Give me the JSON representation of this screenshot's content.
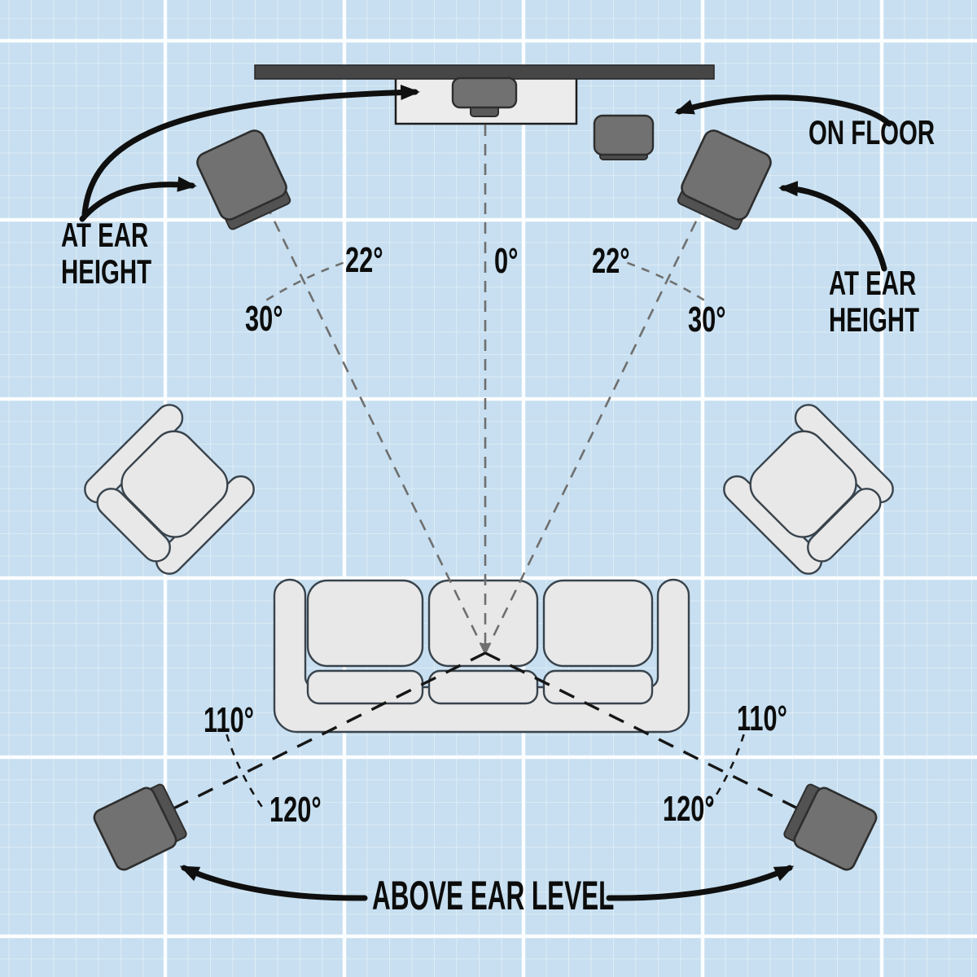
{
  "diagram_title": "surround-speaker-placement-top-view",
  "labels": {
    "front_left_note": {
      "line1": "AT EAR",
      "line2": "HEIGHT"
    },
    "front_right_note": {
      "line1": "AT EAR",
      "line2": "HEIGHT"
    },
    "subwoofer_note": "ON FLOOR",
    "rear_note": "ABOVE EAR LEVEL"
  },
  "angles": {
    "center": "0°",
    "front_left": {
      "inner": "22°",
      "outer": "30°"
    },
    "front_right": {
      "inner": "22°",
      "outer": "30°"
    },
    "rear_left": {
      "upper": "110°",
      "lower": "120°"
    },
    "rear_right": {
      "upper": "110°",
      "lower": "120°"
    }
  },
  "colors": {
    "background": "#c7dff0",
    "grid_line": "#ffffff",
    "furniture_fill": "#e8e8e8",
    "furniture_stroke": "#39434c",
    "speaker_fill": "#717171",
    "speaker_stand_fill": "#525252",
    "speaker_stroke": "#2e2e2e",
    "tv_fill": "#464646",
    "tv_stand_fill": "#ececec",
    "front_guide": "#6f6f6f",
    "rear_guide": "#161616",
    "annotation": "#0c0c0c"
  }
}
